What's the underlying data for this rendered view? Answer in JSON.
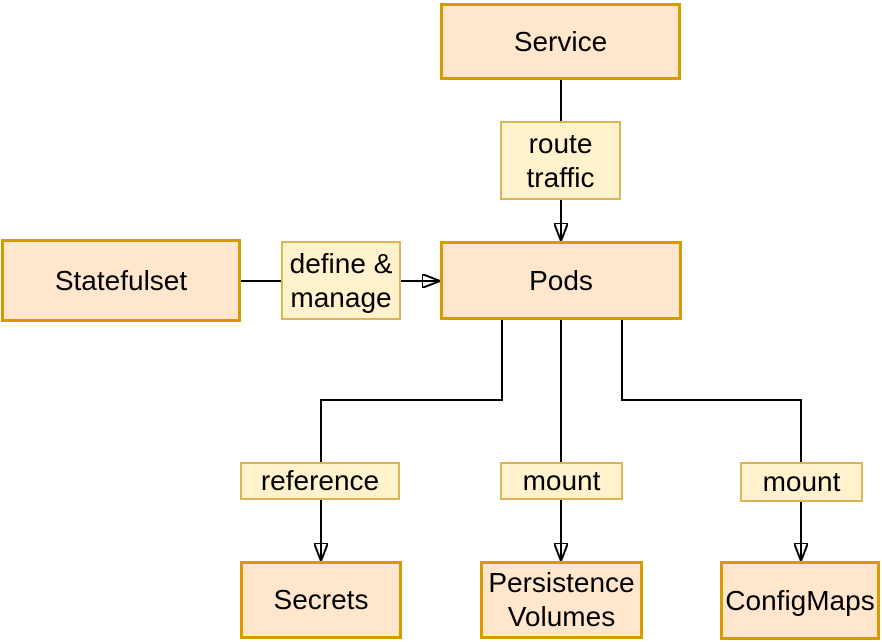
{
  "diagram": {
    "background": "#ffffff",
    "colors": {
      "node_fill": "#ffe6cc",
      "node_border": "#d79b00",
      "edge_label_fill": "#fff2cc",
      "edge_label_border": "#d6b656",
      "connector": "#000000",
      "text": "#000000"
    },
    "nodes": [
      {
        "id": "service",
        "label": "Service"
      },
      {
        "id": "statefulset",
        "label": "Statefulset"
      },
      {
        "id": "pods",
        "label": "Pods"
      },
      {
        "id": "secrets",
        "label": "Secrets"
      },
      {
        "id": "persistence-volumes",
        "label": "Persistence Volumes"
      },
      {
        "id": "configmaps",
        "label": "ConfigMaps"
      }
    ],
    "edges": [
      {
        "from": "Service",
        "to": "Pods",
        "label": "route traffic",
        "arrow": true
      },
      {
        "from": "Statefulset",
        "to": "Pods",
        "label": "define & manage",
        "arrow": true
      },
      {
        "from": "Pods",
        "to": "Secrets",
        "label": "reference",
        "arrow": true
      },
      {
        "from": "Pods",
        "to": "Persistence Volumes",
        "label": "mount",
        "arrow": true
      },
      {
        "from": "Pods",
        "to": "ConfigMaps",
        "label": "mount",
        "arrow": true
      }
    ]
  }
}
